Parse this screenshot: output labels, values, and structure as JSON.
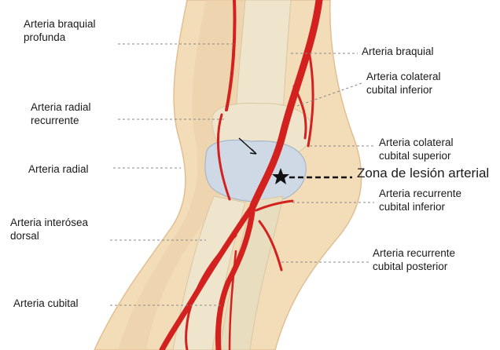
{
  "labels": {
    "braquial_profunda": "Arteria braquial\nprofunda",
    "braquial": "Arteria braquial",
    "colateral_cubital_inferior": "Arteria colateral\ncubital inferior",
    "radial_recurrente": "Arteria radial\nrecurrente",
    "colateral_cubital_superior": "Arteria colateral\ncubital superior",
    "radial": "Arteria radial",
    "zona_lesion": "Zona de lesión arterial",
    "recurrente_cubital_inferior": "Arteria recurrente\ncubital inferior",
    "interosea_dorsal": "Arteria interósea\ndorsal",
    "recurrente_cubital_posterior": "Arteria recurrente\ncubital posterior",
    "cubital": "Arteria cubital"
  },
  "colors": {
    "skin": "#f3dcb8",
    "skin_shade": "#e6c49a",
    "bone": "#efe5cc",
    "cartilage": "#cfd9e6",
    "artery": "#d3211f",
    "artery_dark": "#a3120f",
    "leader": "#8a8a8a",
    "marker": "#111111"
  }
}
